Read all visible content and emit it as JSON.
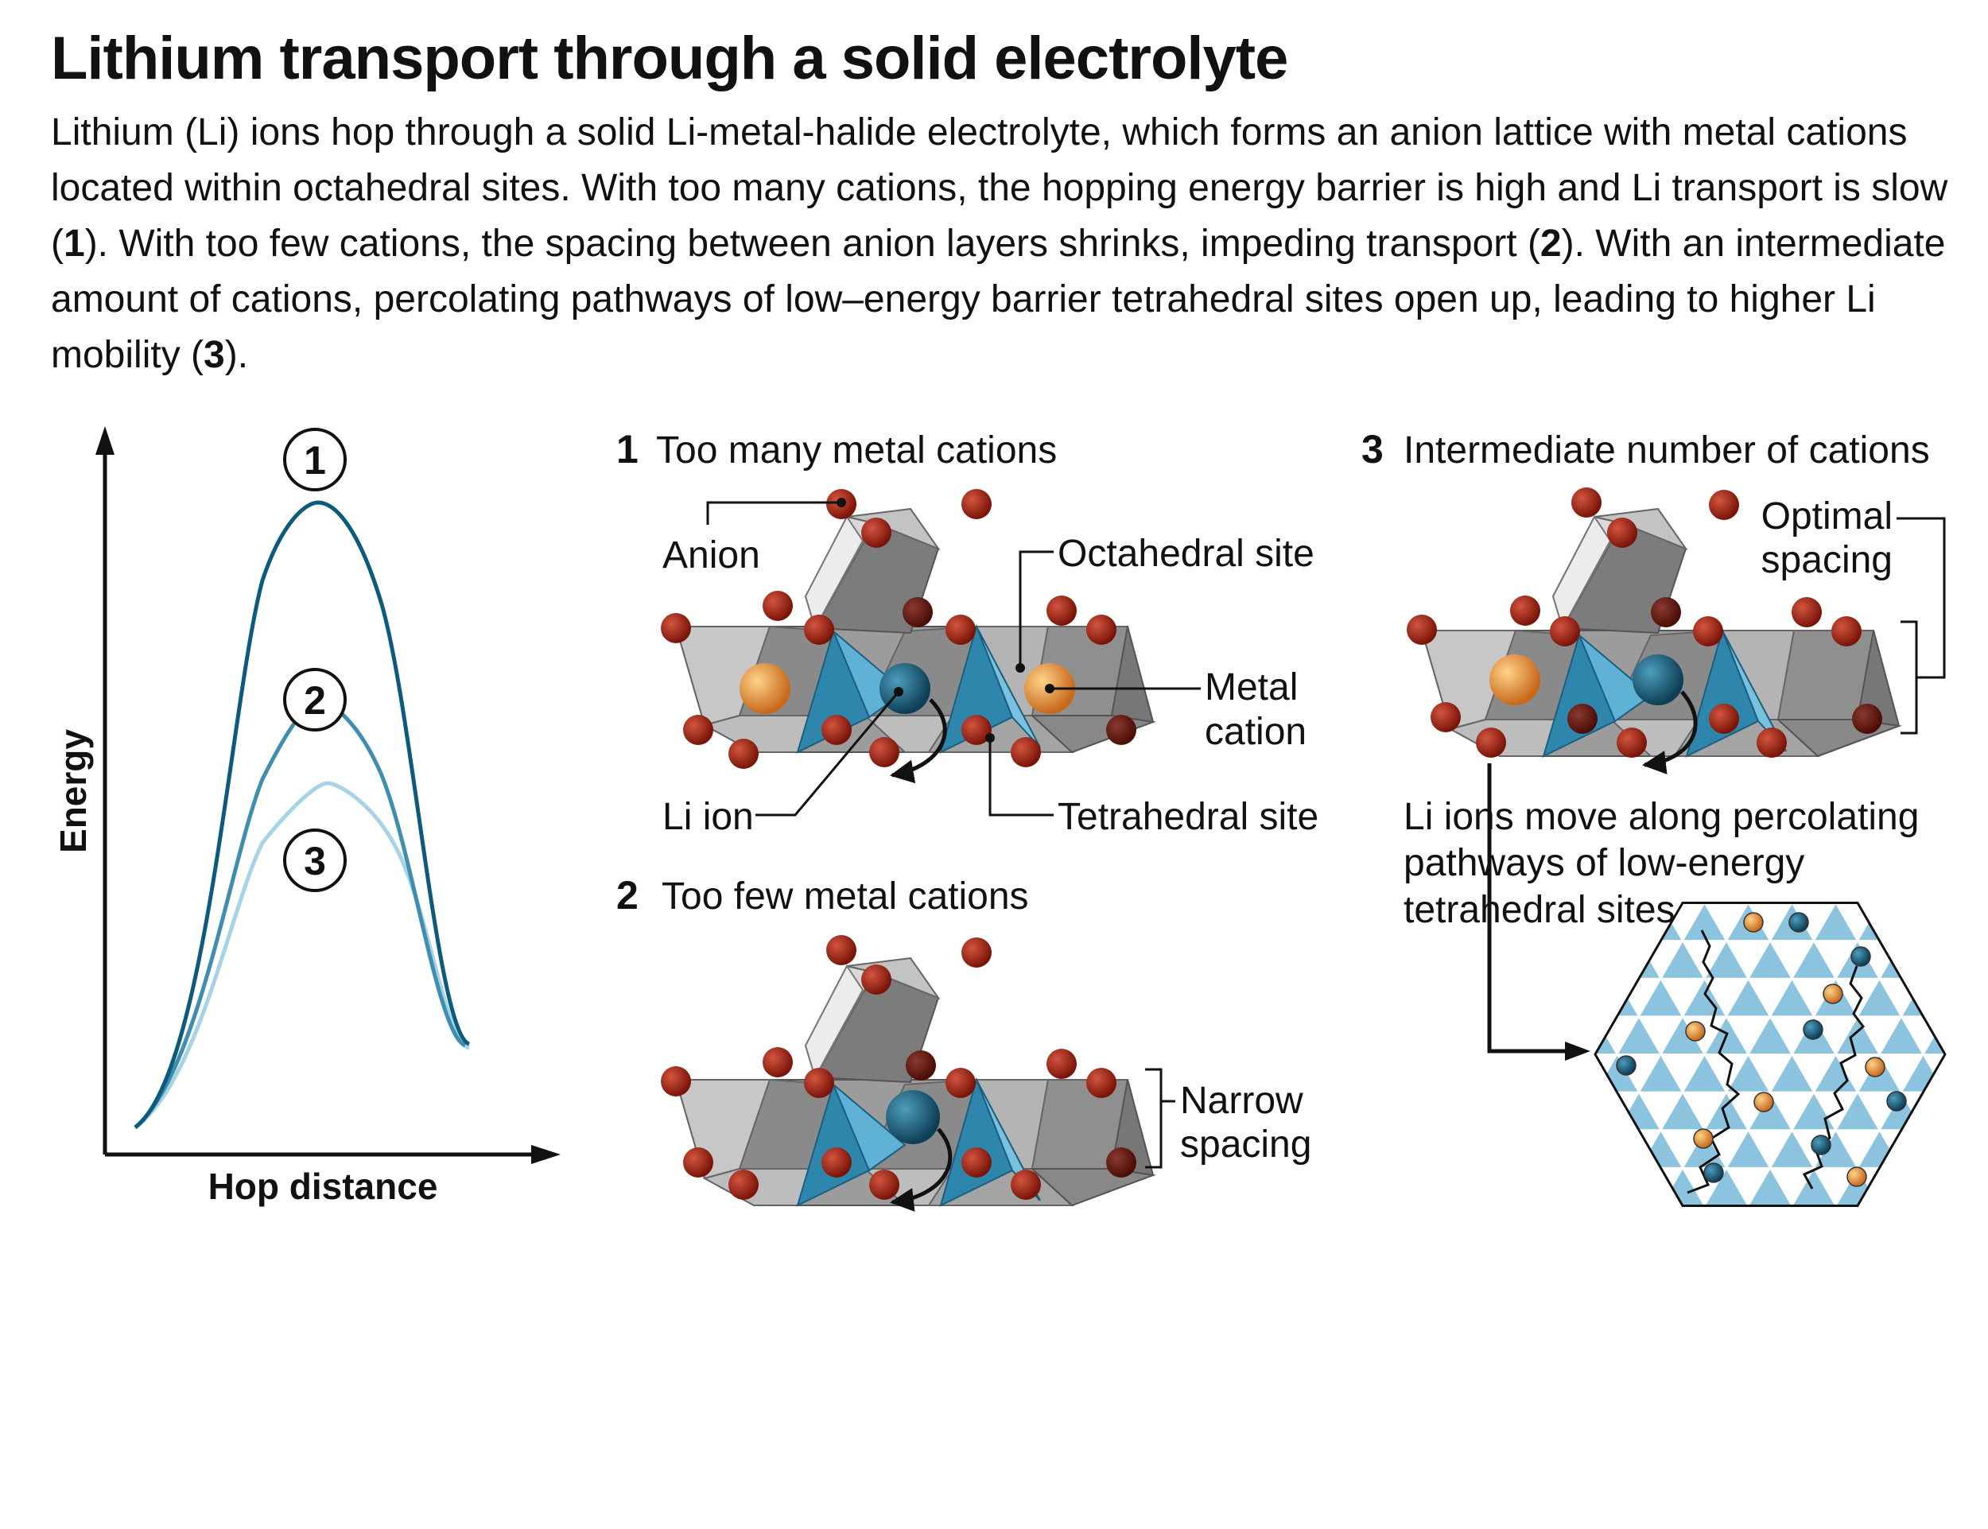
{
  "title": "Lithium transport through a solid electrolyte",
  "caption": {
    "p1": "Lithium (Li) ions hop through a solid Li-metal-halide electrolyte, which forms an anion lattice with metal cations located within octahedral sites. With too many cations, the hopping energy barrier is high and Li transport is slow (",
    "n1": "1",
    "p2": "). With too few cations, the spacing between anion layers shrinks, impeding transport (",
    "n2": "2",
    "p3": "). With an intermediate amount of cations, percolating pathways of low–energy barrier tetrahedral sites open up, leading to higher Li mobility (",
    "n3": "3",
    "p4": ")."
  },
  "graph": {
    "ylabel": "Energy",
    "xlabel": "Hop distance",
    "curve_markers": [
      "1",
      "2",
      "3"
    ]
  },
  "panel1": {
    "number": "1",
    "heading": "Too many metal cations",
    "labels": {
      "anion": "Anion",
      "octahedral": "Octahedral site",
      "metal_line1": "Metal",
      "metal_line2": "cation",
      "li_ion": "Li ion",
      "tetrahedral": "Tetrahedral site"
    }
  },
  "panel2": {
    "number": "2",
    "heading": "Too few metal cations",
    "labels": {
      "narrow_line1": "Narrow",
      "narrow_line2": "spacing"
    }
  },
  "panel3": {
    "number": "3",
    "heading": "Intermediate number of cations",
    "labels": {
      "optimal_line1": "Optimal",
      "optimal_line2": "spacing",
      "path_line1": "Li ions move along percolating",
      "path_line2": "pathways of low-energy",
      "path_line3": "tetrahedral sites"
    }
  },
  "colors": {
    "curve1": "#0d5b7c",
    "curve2": "#3f8db0",
    "curve3": "#a7d3e6",
    "anion": "#9b1c0f",
    "metal": "#e8952c",
    "li": "#1e6a8b",
    "tetra": "#3a9bc4",
    "octa": "#a8a8a8"
  }
}
